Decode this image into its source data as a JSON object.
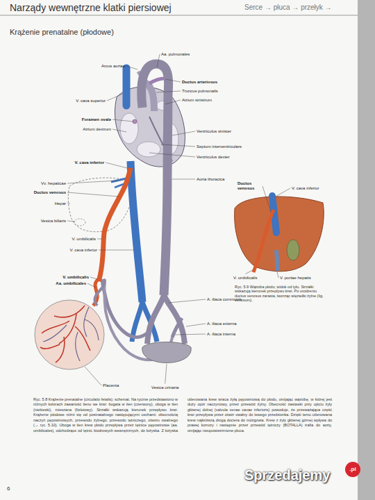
{
  "diagram": {
    "title": "Narządy wewnętrzne klatki piersiowej",
    "caption": "Ryc. 5.8 Krążenie prenatalne (circulatio fetalis); schemat. Na rycinie przedstawiono w różnych kolorach zawartość tlenu we krwi: bogata w tlen (czerwony), uboga w tlen (niebieski), mieszana (fioletowy). Strzałki wskazują kierunek przepływu krwi. Krążenie płodowe różni się od postnatalnego następującymi cechami: obecnością naczyń pępowinowych, przewodu żylnego, przewodu tętniczego, otworu owalnego (→ ryc. 5.10). Uboga w tlen krew płodu przepływa przez tętnice pępowinowe (aa. umbilicales), odchodzące od tętnic biodrowych wewnętrznych, do łożyska. Z łożyska utlenowana krew wraca żyłą pępowinową do płodu, omijając wątrobę, w której jest duży opór naczyniowy, przez przewód żylny. Obecność zastawki przy ujściu żyły głównej dolnej (valvula venae cavae inferioris) powoduje, że przeważająca część krwi przepływa przez otwór owalny do lewego przedsionka. Dzięki temu utlenowana krew najkrótszą drogą dociera do mózgowia. Krew z żyły głównej górnej wpływa do prawej komory i następnie przez przewód tętniczy (BOTALLA) trafia do aorty, omijając nieupowietrznione płuca.",
    "labels": [
      "Serce → płuca → przełyk →",
      "Krążenie prenatalne (płodowe)",
      "Arcus aortae",
      "Aa. pulmonales",
      "Ductus arteriosus",
      "Truncus pulmonalis",
      "Atrium sinistrum",
      "V. cava superior",
      "Foramen ovale",
      "Atrium dextrum",
      "Ventriculus sinister",
      "Septum interventriculare",
      "Ventriculus dexter",
      "V. cava inferior",
      "Vv. hepaticae",
      "Ductus venosus",
      "Hepar",
      "Vesica biliaris",
      "Aorta thoracica",
      "V. umbilicalis",
      "V. cava inferior",
      "V. umbilicalis",
      "Aa. umbilicales",
      "A. iliaca communis",
      "A. iliaca externa",
      "A. iliaca interna",
      "Placenta",
      "Vesica urinaria",
      "Ductus venosus",
      "V. cava inferior",
      "V. umbilicalis",
      "V. portae hepatis",
      "Ryc. 5.9 Wątroba płodu; widok od tyłu. Strzałki wskazują kierunek przepływu krwi. Po urodzeniu ductus venosus zarasta, tworząc więzadło żylne (lig. venosum).",
      "6",
      "Sprzedajemy",
      ".pl"
    ]
  }
}
